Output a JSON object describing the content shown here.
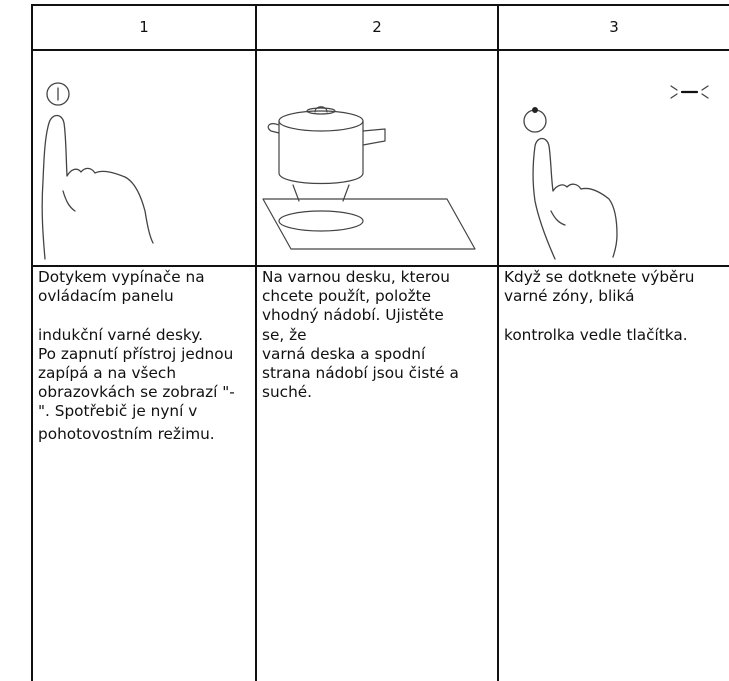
{
  "columns": [
    {
      "number": "1",
      "illustration": "finger-touching-power-button",
      "text_lines_a": [
        "Dotykem vypínače na",
        "ovládacím panelu"
      ],
      "text_lines_b": [
        "indukční varné desky.",
        "Po zapnutí přístroj jednou",
        "zapípá a na všech",
        "obrazovkách se zobrazí \"-",
        "\". Spotřebič je nyní v",
        "pohotovostním režimu."
      ]
    },
    {
      "number": "2",
      "illustration": "pot-on-cooktop",
      "text_lines_a": [
        "Na varnou desku, kterou",
        "chcete použít, položte",
        "vhodný nádobí. Ujistěte",
        "se, že",
        "varná deska a spodní",
        "strana nádobí jsou čisté a",
        "suché."
      ],
      "text_lines_b": []
    },
    {
      "number": "3",
      "illustration": "finger-touching-zone-selector-with-blinking-indicator",
      "text_lines_a": [
        "Když se dotknete výběru",
        "varné zóny, bliká"
      ],
      "text_lines_b": [
        "kontrolka vedle tlačítka."
      ]
    }
  ],
  "colors": {
    "line": "#111111",
    "background": "#ffffff",
    "drawing": "#444444"
  }
}
